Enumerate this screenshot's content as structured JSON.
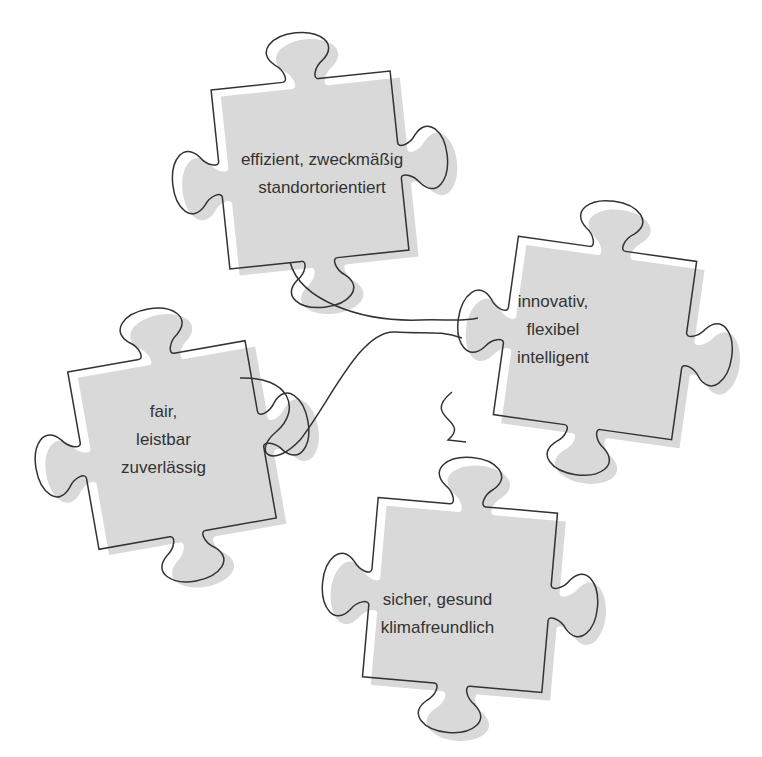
{
  "diagram": {
    "nodes": [
      {
        "text": [
          "effizient, zweckmäßig standortorientiert"
        ]
      },
      {
        "text": [
          "innovativ, flexibel intelligent"
        ]
      },
      {
        "text": [
          "fair, leistbar zuverlässig"
        ]
      },
      {
        "text": [
          "sicher, gesund klimafreundlich"
        ]
      }
    ]
  }
}
